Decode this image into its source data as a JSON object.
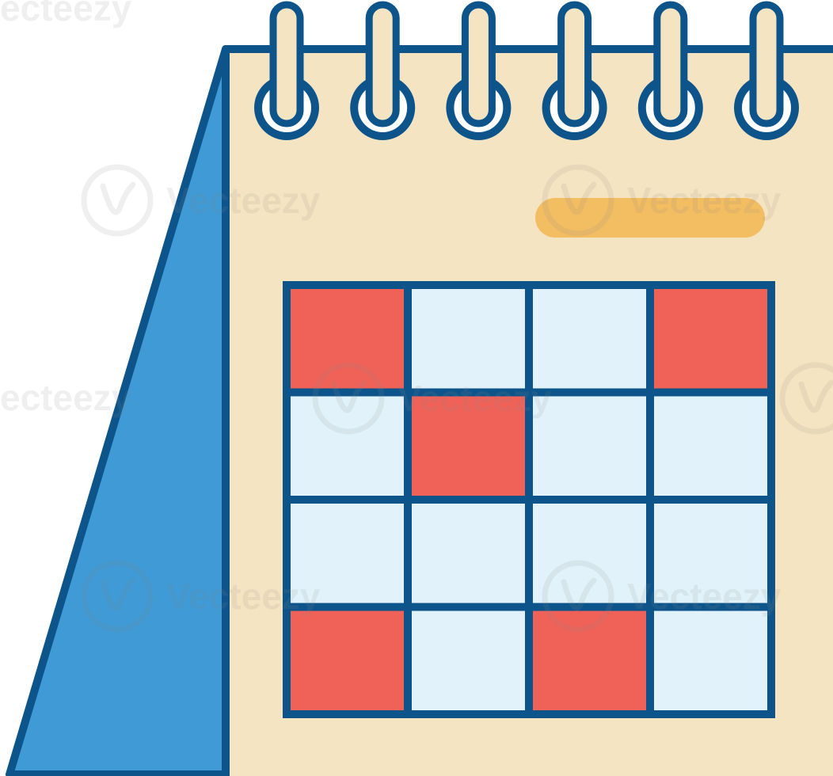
{
  "illustration": {
    "subject": "desk calendar",
    "icon": "calendar-icon",
    "rings": 6,
    "grid": {
      "rows": 4,
      "cols": 4,
      "highlighted_cells": [
        [
          0,
          0
        ],
        [
          0,
          3
        ],
        [
          1,
          1
        ],
        [
          3,
          0
        ],
        [
          3,
          2
        ]
      ]
    }
  },
  "colors": {
    "outline": "#0d548b",
    "page": "#f5e4c1",
    "stand": "#3f9ad6",
    "cell": "#e2f2fa",
    "highlight": "#f06157",
    "header_bar": "#f3bd62",
    "ring_hole": "#ffffff"
  },
  "watermark": {
    "text": "Vecteezy",
    "partial_text": "ecteezy"
  }
}
